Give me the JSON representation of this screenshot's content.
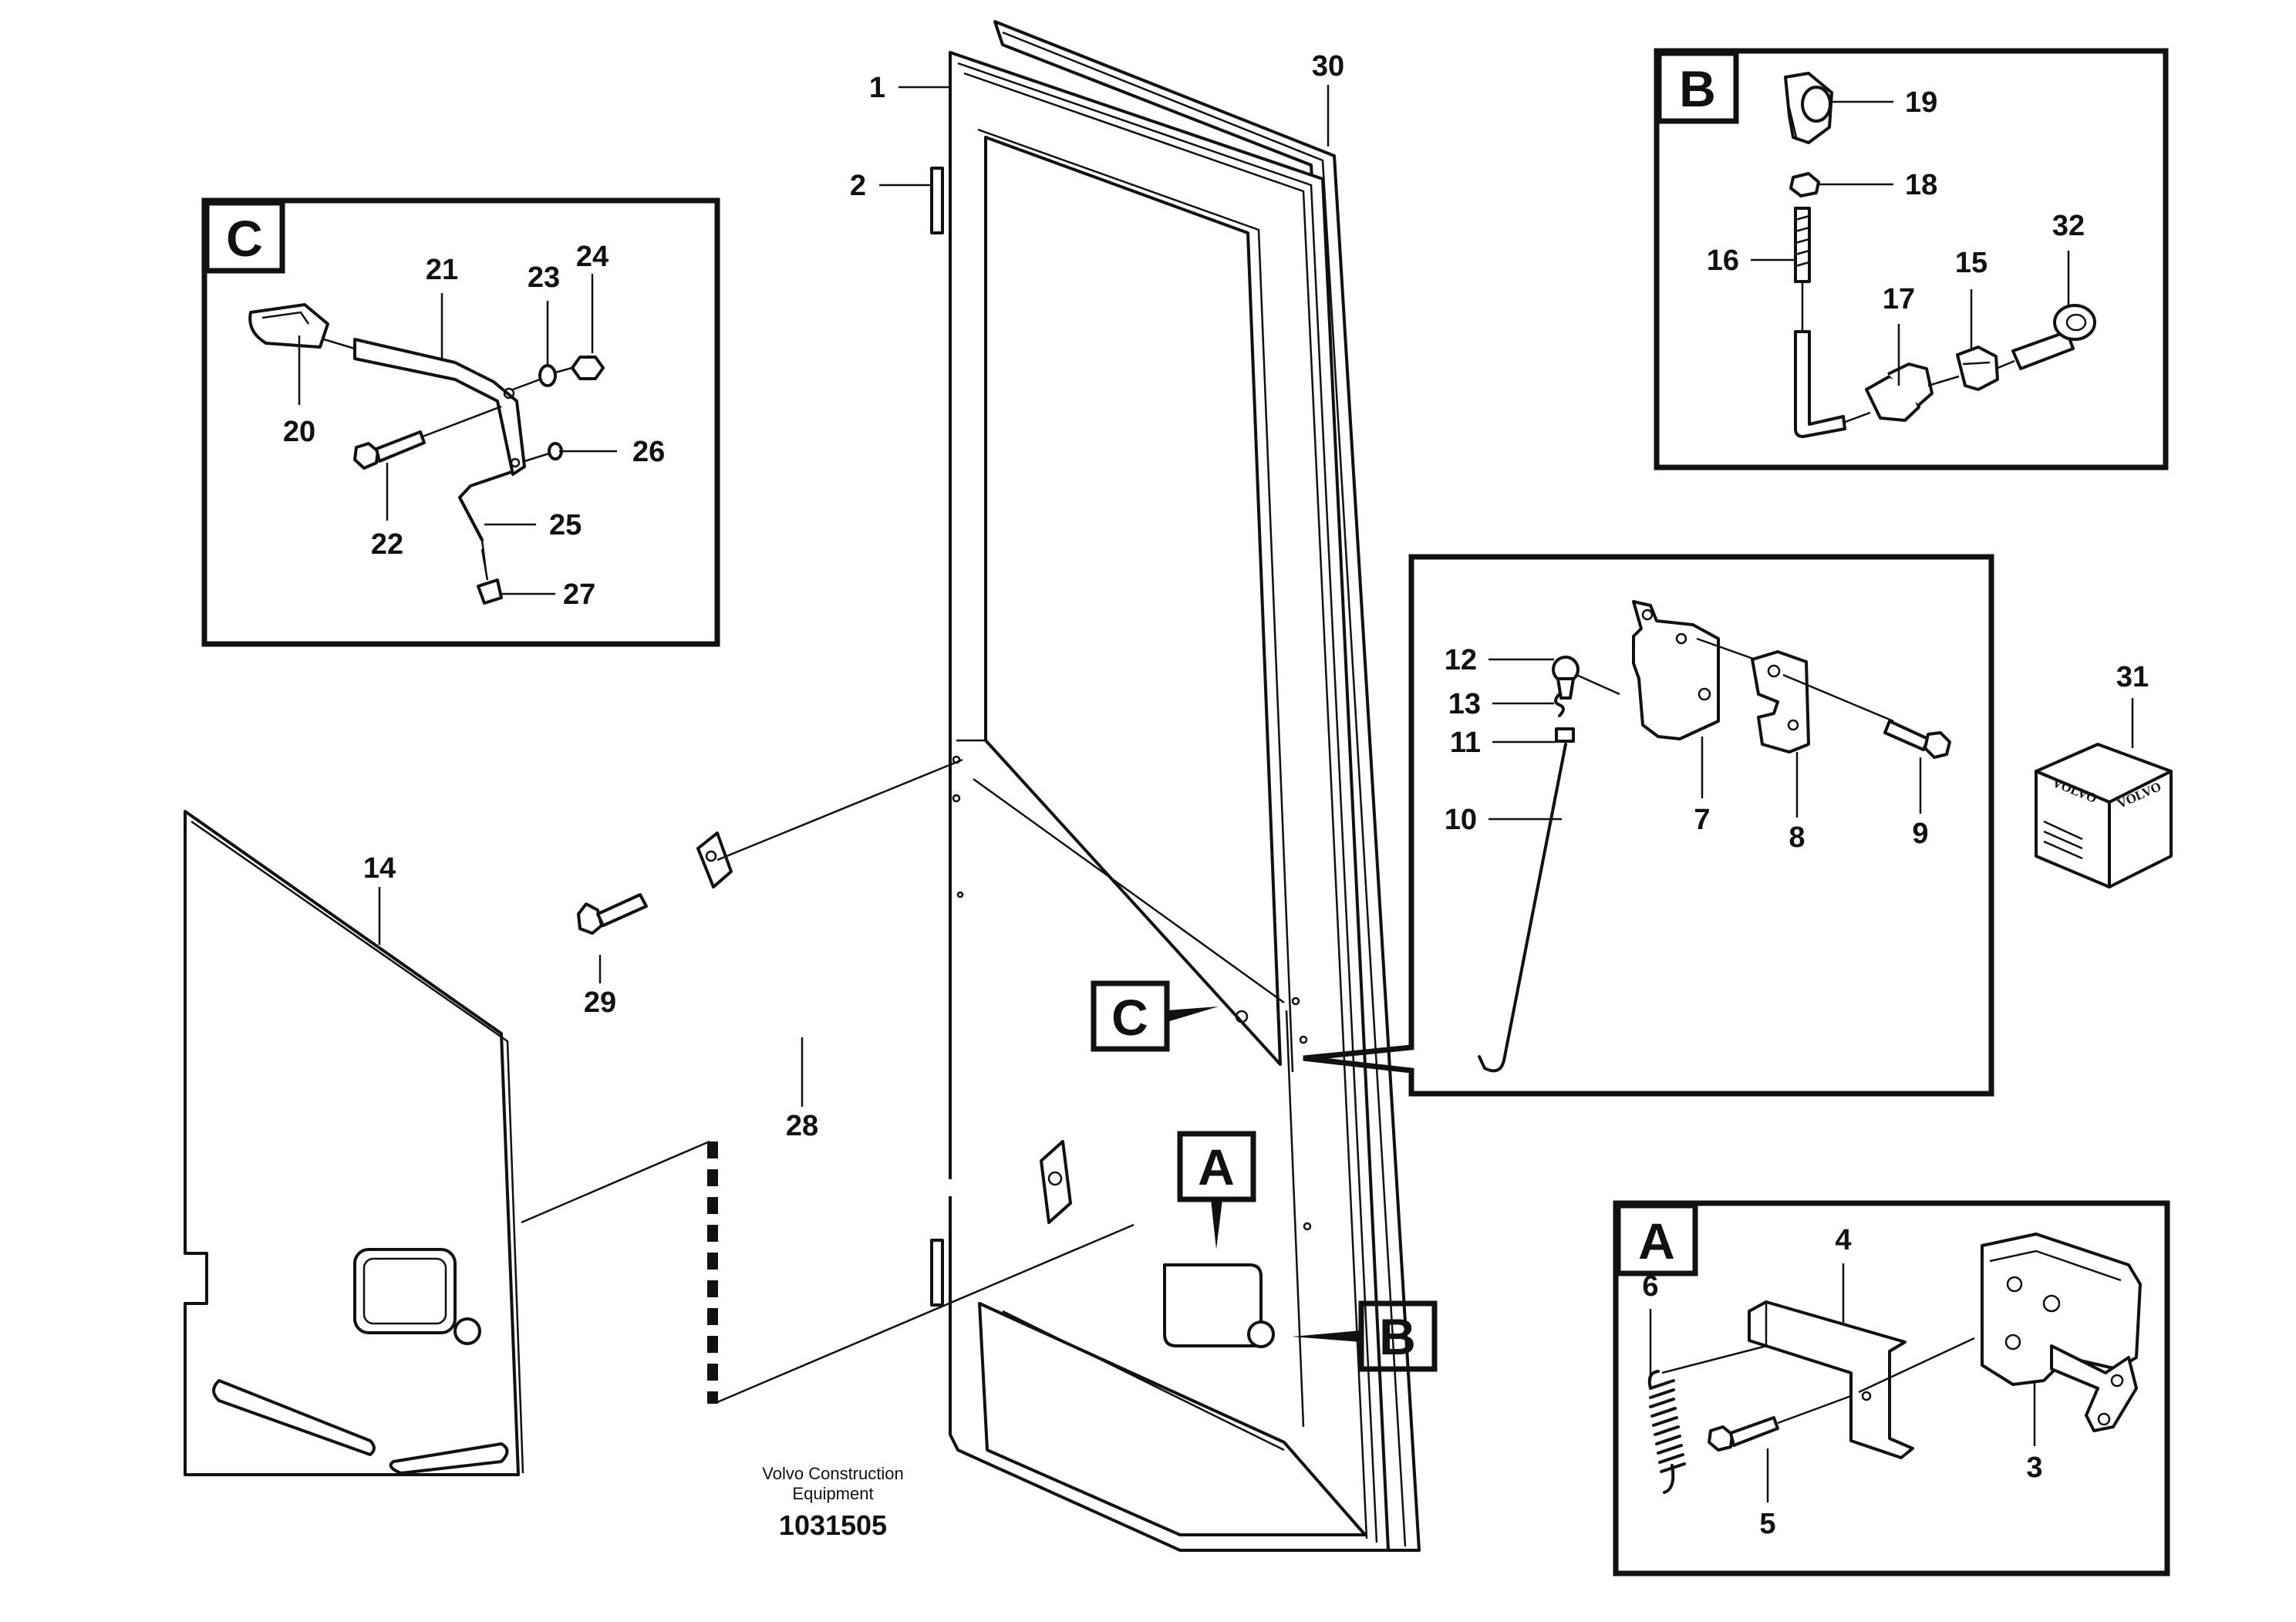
{
  "callouts": {
    "c1": "1",
    "c2": "2",
    "c3": "3",
    "c4": "4",
    "c5": "5",
    "c6": "6",
    "c7": "7",
    "c8": "8",
    "c9": "9",
    "c10": "10",
    "c11": "11",
    "c12": "12",
    "c13": "13",
    "c14": "14",
    "c15": "15",
    "c16": "16",
    "c17": "17",
    "c18": "18",
    "c19": "19",
    "c20": "20",
    "c21": "21",
    "c22": "22",
    "c23": "23",
    "c24": "24",
    "c25": "25",
    "c26": "26",
    "c27": "27",
    "c28": "28",
    "c29": "29",
    "c30": "30",
    "c31": "31",
    "c32": "32"
  },
  "detail_tags": {
    "a": "A",
    "b": "B",
    "c": "C"
  },
  "footer": {
    "line1": "Volvo Construction",
    "line2": "Equipment",
    "drawing_number": "1031505"
  },
  "kit_box": {
    "brand_text": "VOLVO"
  }
}
